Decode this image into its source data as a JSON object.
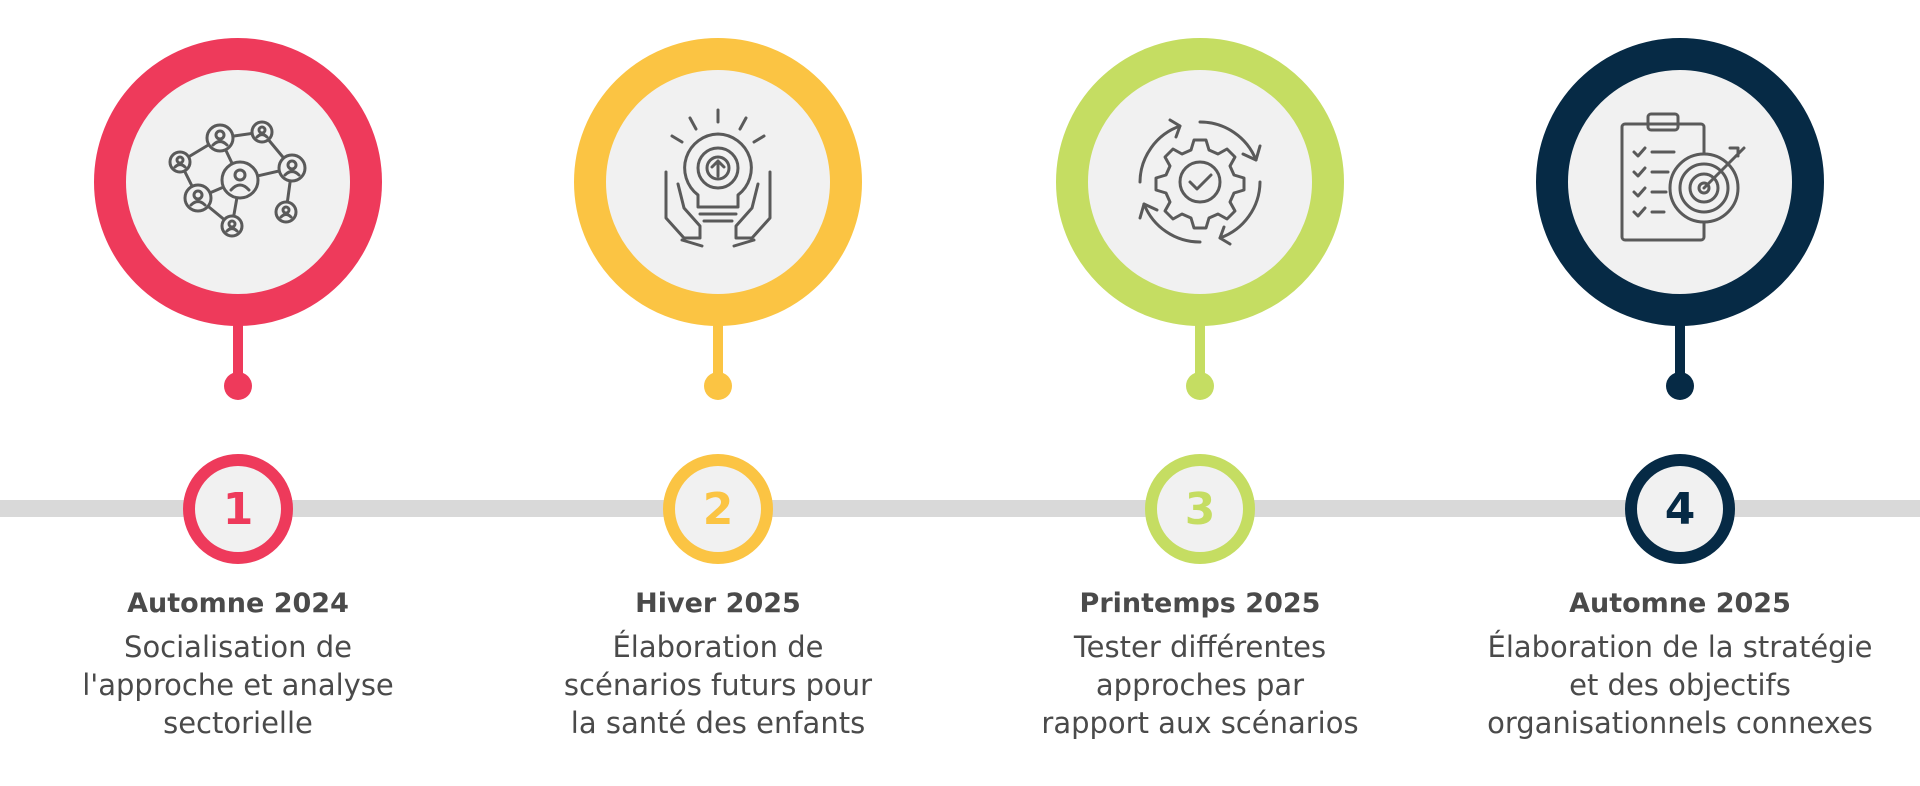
{
  "colors": {
    "step1": "#ee3a5b",
    "step2": "#fbc443",
    "step3": "#c5dd62",
    "step4": "#062a45",
    "timeline": "#d9d9d9",
    "text": "#4a4a4a"
  },
  "steps": [
    {
      "number": "1",
      "date": "Automne 2024",
      "description": "Socialisation de\nl'approche et analyse\nsectorielle",
      "icon": "network-people-icon"
    },
    {
      "number": "2",
      "date": "Hiver 2025",
      "description": "Élaboration de\nscénarios futurs pour\nla santé des enfants",
      "icon": "lightbulb-hands-icon"
    },
    {
      "number": "3",
      "date": "Printemps 2025",
      "description": "Tester différentes\napproches par\nrapport aux scénarios",
      "icon": "gear-cycle-icon"
    },
    {
      "number": "4",
      "date": "Automne 2025",
      "description": "Élaboration de la stratégie\net des objectifs\norganisationnels connexes",
      "icon": "clipboard-target-icon"
    }
  ]
}
